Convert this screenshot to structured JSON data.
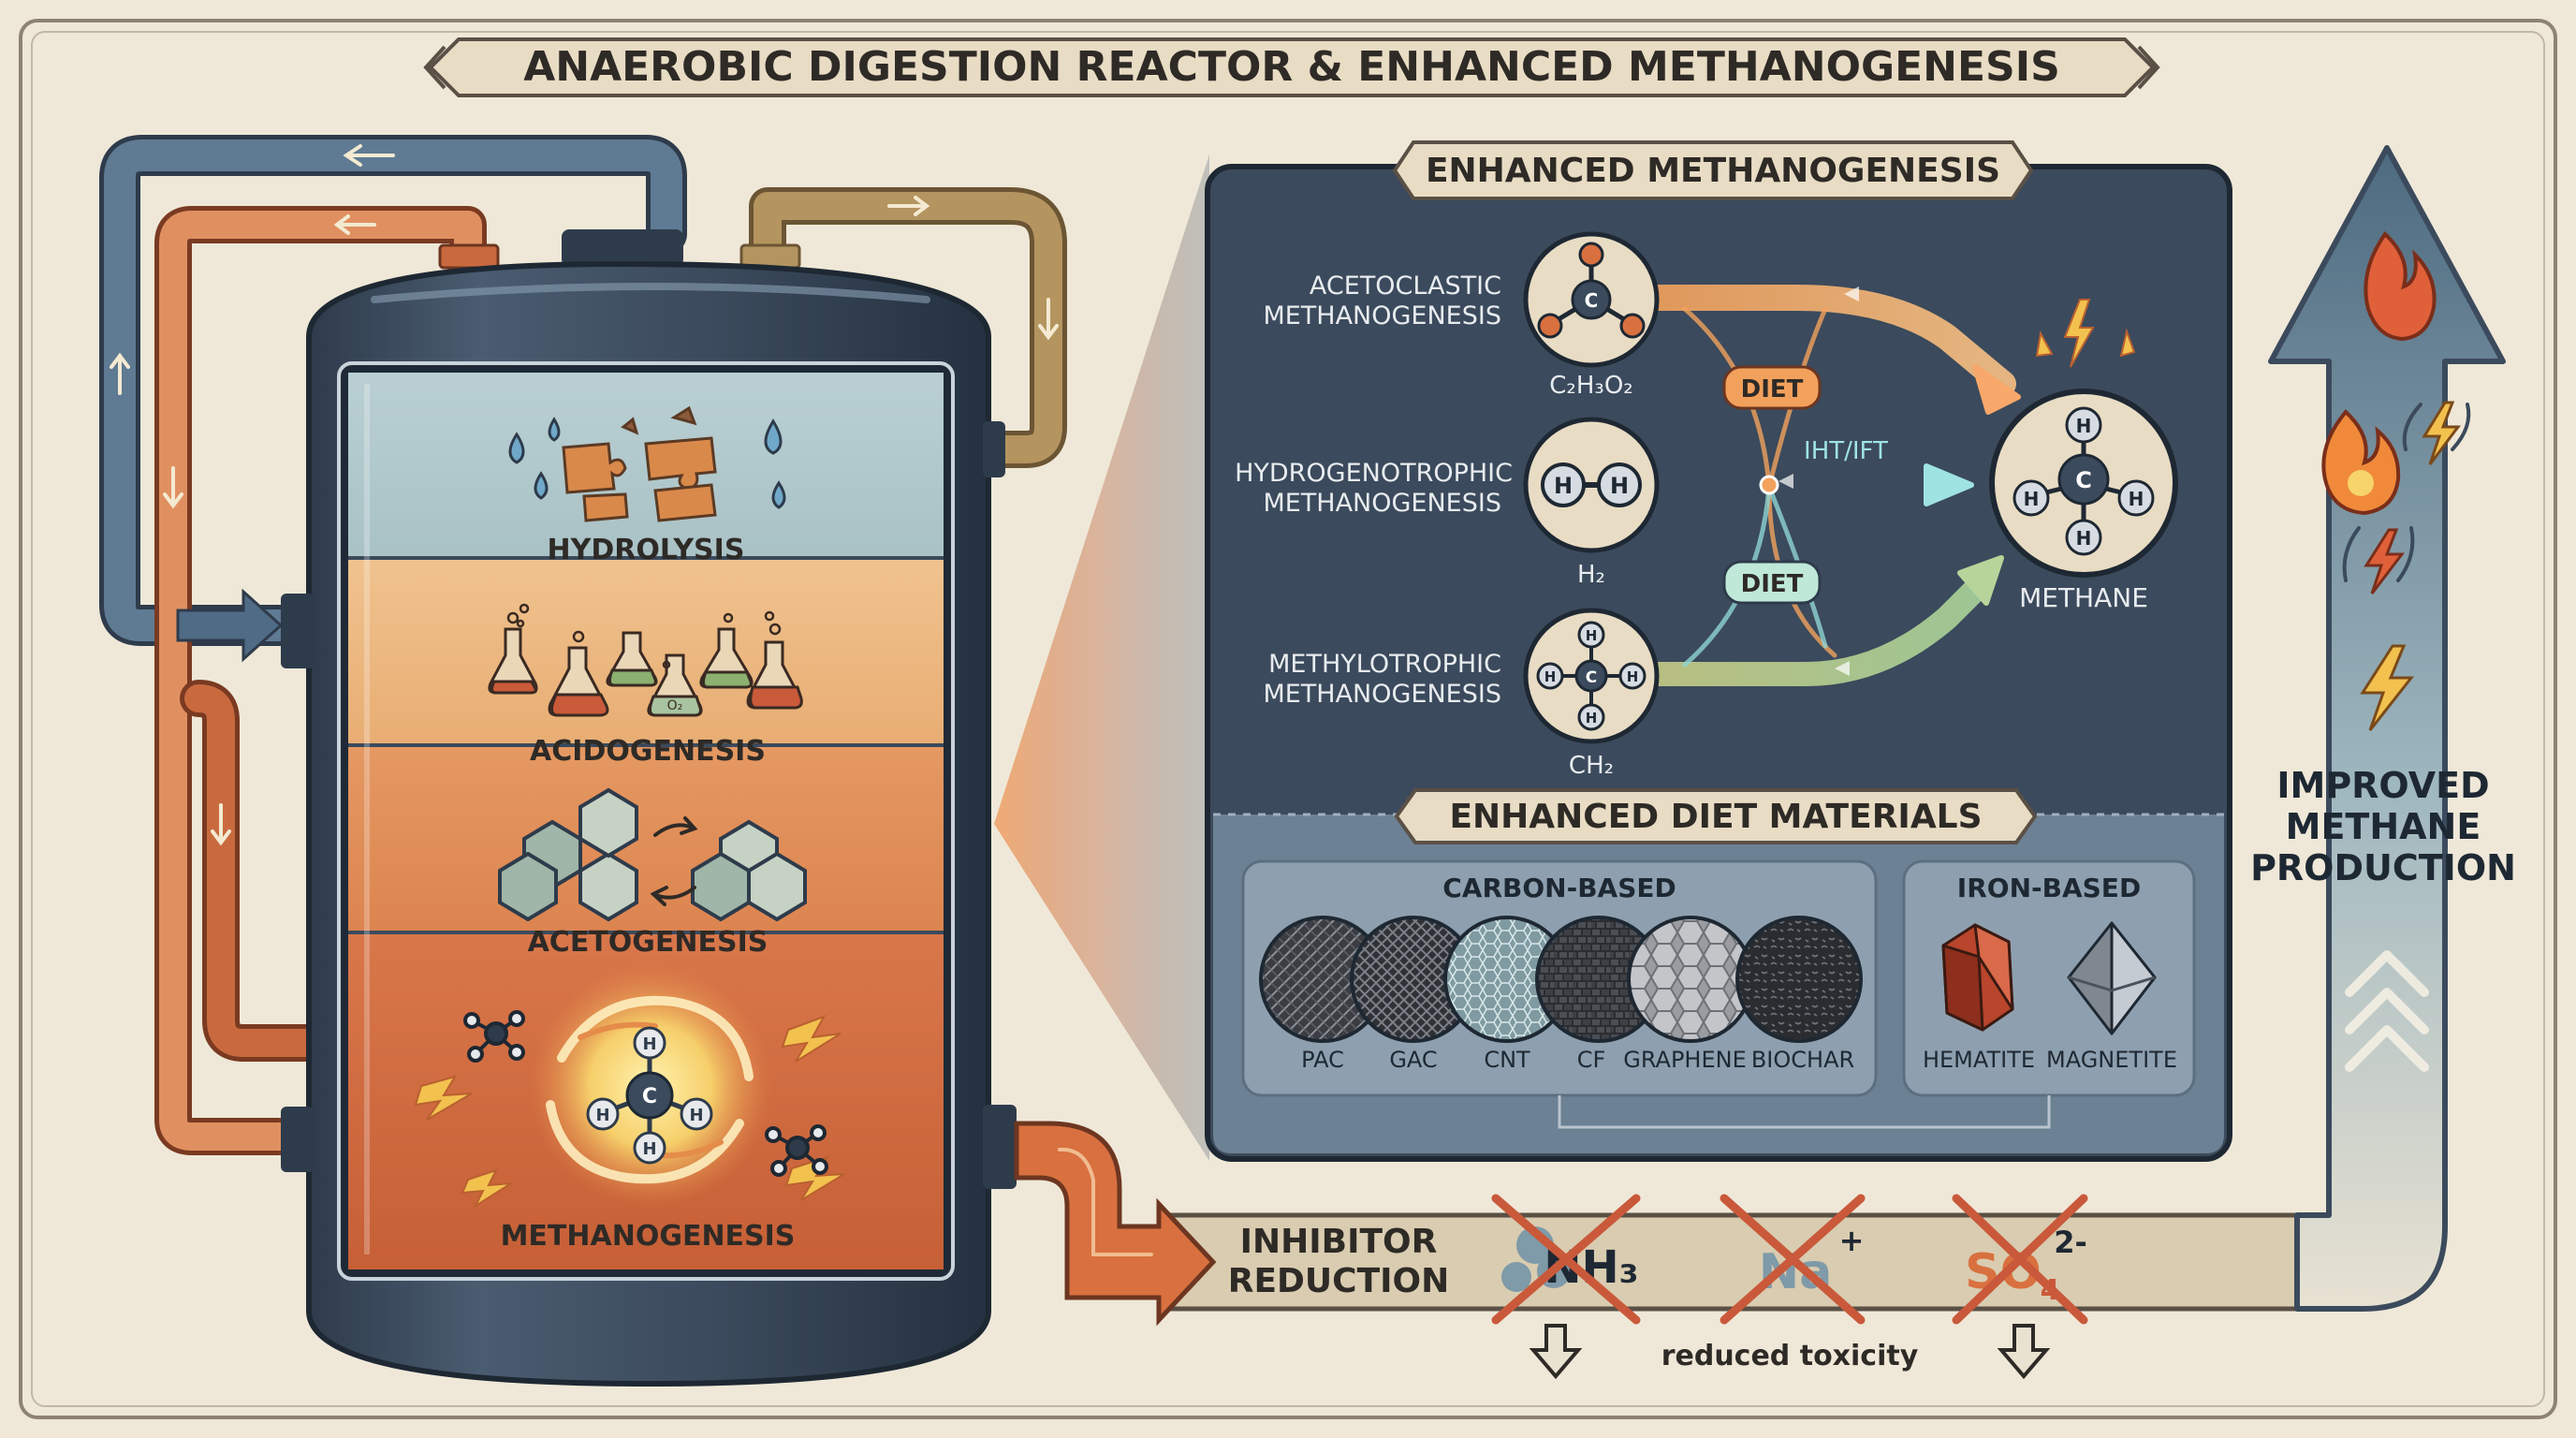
{
  "title": "ANAEROBIC DIGESTION REACTOR & ENHANCED METHANOGENESIS",
  "reactor": {
    "stages": [
      "HYDROLYSIS",
      "ACIDOGENESIS",
      "ACETOGENESIS",
      "METHANOGENESIS"
    ],
    "flask_label": "O₂"
  },
  "methanogenesis_panel": {
    "title": "ENHANCED METHANOGENESIS",
    "pathways": [
      {
        "name_line1": "ACETOCLASTIC",
        "name_line2": "METHANOGENESIS",
        "formula": "C₂H₃O₂"
      },
      {
        "name_line1": "HYDROGENOTROPHIC",
        "name_line2": "METHANOGENESIS",
        "formula": "H₂"
      },
      {
        "name_line1": "METHYLOTROPHIC",
        "name_line2": "METHANOGENESIS",
        "formula": "CH₂"
      }
    ],
    "diet_label_top": "DIET",
    "diet_label_bottom": "DIET",
    "iht_label": "IHT/IFT",
    "product": "METHANE",
    "atom_c": "C",
    "atom_h": "H"
  },
  "materials_panel": {
    "title": "ENHANCED DIET MATERIALS",
    "carbon_title": "CARBON-BASED",
    "carbon_items": [
      "PAC",
      "GAC",
      "CNT",
      "CF",
      "GRAPHENE",
      "BIOCHAR"
    ],
    "iron_title": "IRON-BASED",
    "iron_items": [
      "HEMATITE",
      "MAGNETITE"
    ]
  },
  "inhibitor": {
    "label_line1": "INHIBITOR",
    "label_line2": "REDUCTION",
    "nh3": "NH₃",
    "na": "Na",
    "na_charge": "+",
    "so": "SO",
    "so_sub": "4",
    "so_charge": "2-",
    "note": "reduced toxicity"
  },
  "result": {
    "line1": "IMPROVED",
    "line2": "METHANE",
    "line3": "PRODUCTION"
  },
  "colors": {
    "background": "#efe8d8",
    "navy": "#3b4a5c",
    "orange": "#d9703f",
    "copper": "#c96a3e",
    "tan": "#a98a5d",
    "teal": "#7cc6c8",
    "yellow": "#f2c14e"
  }
}
